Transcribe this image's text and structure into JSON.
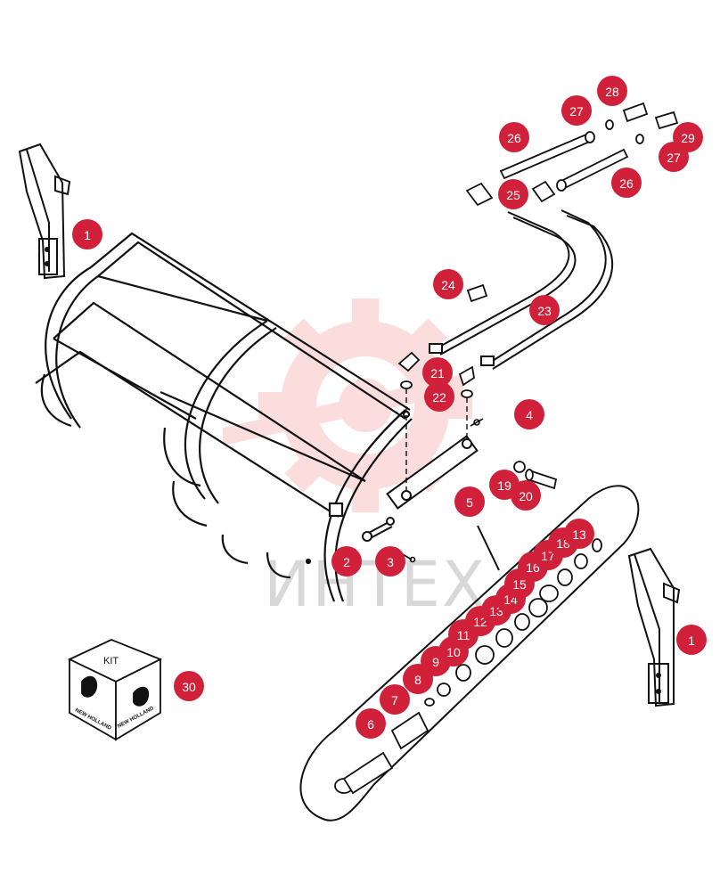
{
  "watermark": {
    "text": "ИНТЕХ",
    "color": "#e8303a"
  },
  "callout_color": "#d0203a",
  "kit": {
    "label": "KIT",
    "brand": "NEW HOLLAND"
  },
  "callouts": [
    {
      "id": "c1a",
      "label": "1"
    },
    {
      "id": "c1b",
      "label": "1"
    },
    {
      "id": "c2",
      "label": "2"
    },
    {
      "id": "c3",
      "label": "3"
    },
    {
      "id": "c4",
      "label": "4"
    },
    {
      "id": "c5",
      "label": "5"
    },
    {
      "id": "c6",
      "label": "6"
    },
    {
      "id": "c7",
      "label": "7"
    },
    {
      "id": "c8",
      "label": "8"
    },
    {
      "id": "c9",
      "label": "9"
    },
    {
      "id": "c10",
      "label": "10"
    },
    {
      "id": "c11",
      "label": "11"
    },
    {
      "id": "c12",
      "label": "12"
    },
    {
      "id": "c13a",
      "label": "13"
    },
    {
      "id": "c14",
      "label": "14"
    },
    {
      "id": "c15",
      "label": "15"
    },
    {
      "id": "c16",
      "label": "16"
    },
    {
      "id": "c17",
      "label": "17"
    },
    {
      "id": "c18",
      "label": "18"
    },
    {
      "id": "c13b",
      "label": "13"
    },
    {
      "id": "c19",
      "label": "19"
    },
    {
      "id": "c20",
      "label": "20"
    },
    {
      "id": "c21",
      "label": "21"
    },
    {
      "id": "c22",
      "label": "22"
    },
    {
      "id": "c23",
      "label": "23"
    },
    {
      "id": "c24",
      "label": "24"
    },
    {
      "id": "c25",
      "label": "25"
    },
    {
      "id": "c26a",
      "label": "26"
    },
    {
      "id": "c26b",
      "label": "26"
    },
    {
      "id": "c27a",
      "label": "27"
    },
    {
      "id": "c27b",
      "label": "27"
    },
    {
      "id": "c28",
      "label": "28"
    },
    {
      "id": "c29",
      "label": "29"
    },
    {
      "id": "c30",
      "label": "30"
    }
  ]
}
